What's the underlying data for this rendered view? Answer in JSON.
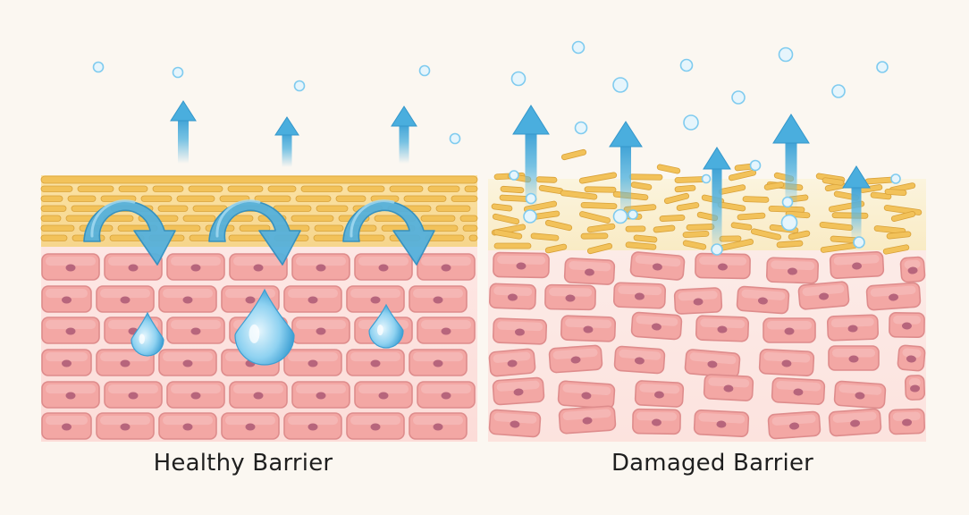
{
  "panels": [
    {
      "id": "healthy",
      "caption": "Healthy Barrier",
      "state": "healthy",
      "lipid_color": "#f2c25a",
      "cell_color": "#f3a7a4",
      "nucleus_color": "#b7657c"
    },
    {
      "id": "damaged",
      "caption": "Damaged Barrier",
      "state": "damaged",
      "lipid_color": "#f2c25a",
      "cell_color": "#f3a7a4",
      "nucleus_color": "#b7657c"
    }
  ],
  "colors": {
    "background": "#fbf7f1",
    "arrow": "#5fb8e0",
    "arrow_dark": "#2f8fc2",
    "water": "#7fcbef",
    "bubble": "#a9dbf3",
    "lipid_stroke": "#d9a23a",
    "cell_stroke": "#de8c8c"
  },
  "icons": {
    "retention_arrow": "curved-return-arrow-icon",
    "escape_arrow": "up-arrow-icon",
    "water_drop": "water-drop-icon",
    "vapor": "bubble-icon"
  }
}
